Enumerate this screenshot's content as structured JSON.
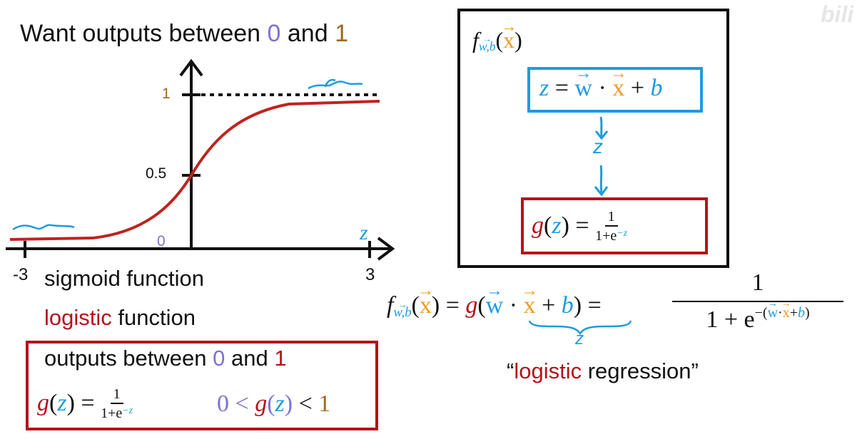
{
  "left": {
    "heading_prefix": "Want outputs between ",
    "heading_zero": "0",
    "heading_and": " and ",
    "heading_one": "1",
    "axis": {
      "y_tick_1": "1",
      "y_tick_half": "0.5",
      "y_tick_0": "0",
      "x_label": "z",
      "x_min_label": "-3",
      "x_max_label": "3"
    },
    "names": {
      "sigmoid": "sigmoid function",
      "logistic_word": "logistic",
      "logistic_rest": " function"
    },
    "summary_box": {
      "line1_prefix": "outputs between ",
      "line1_zero": "0",
      "line1_and": " and ",
      "line1_one": "1",
      "g": "g",
      "z": "z",
      "eq": " = ",
      "num": "1",
      "den_base": "1+e",
      "den_exp": "−z",
      "range_lo": "0",
      "range_lt": " < ",
      "range_lt2": " < ",
      "range_hi": "1"
    }
  },
  "right": {
    "model_box": {
      "f": "f",
      "f_sub": "w,b",
      "x": "x",
      "z_eq": {
        "z": "z",
        "eq": " = ",
        "w": "w",
        "dot": " · ",
        "x": "x",
        "plus": " + ",
        "b": "b"
      },
      "z_node": "z",
      "g_eq": {
        "g": "g",
        "z": "z",
        "eq": " = ",
        "num": "1",
        "den_base": "1+e",
        "den_exp": "−z"
      }
    },
    "final_formula": {
      "f": "f",
      "f_sub": "w,b",
      "x": "x",
      "eq1": " = ",
      "g": "g",
      "w": "w",
      "dot": " · ",
      "x2": "x",
      "plus": " + ",
      "b": "b",
      "eq2": " = ",
      "num": "1",
      "den_base": "1 + e",
      "den_exp_w": "w",
      "den_exp_x": "x",
      "den_exp_b": "b",
      "brace_label": "z"
    },
    "caption_open": "“",
    "caption_word": "logistic",
    "caption_rest": " regression”"
  },
  "watermark": "bili",
  "colors": {
    "red": "#b5121b",
    "blue": "#1e9be0",
    "orange": "#f29a1f",
    "purple": "#7b73d6",
    "brown": "#9a6a1e"
  }
}
